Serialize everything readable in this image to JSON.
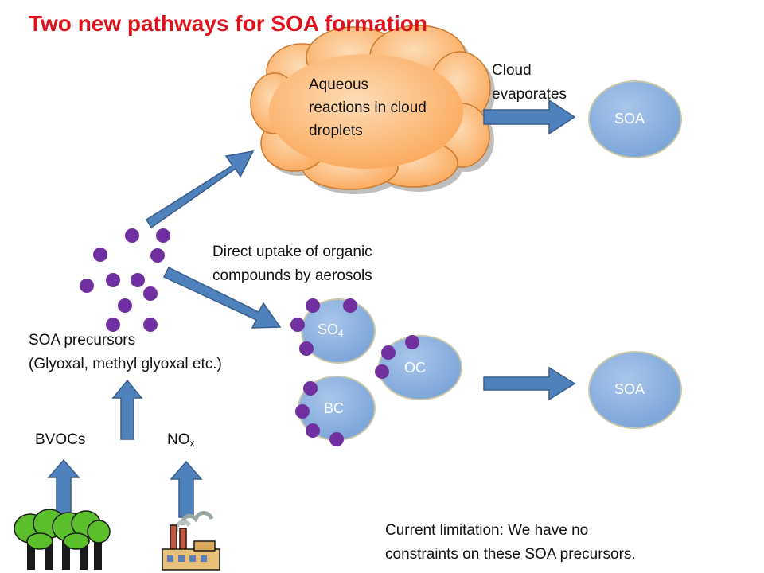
{
  "title": "Two new pathways for SOA formation",
  "cloud": {
    "lines": [
      "Aqueous",
      "reactions in cloud",
      "droplets"
    ]
  },
  "cloud_evaporates": [
    "Cloud",
    "evaporates"
  ],
  "direct_uptake": [
    "Direct uptake of organic",
    "compounds by aerosols"
  ],
  "precursors": [
    "SOA precursors",
    "(Glyoxal, methyl glyoxal etc.)"
  ],
  "bvocs": "BVOCs",
  "nox": {
    "base": "NO",
    "sub": "x"
  },
  "so4": {
    "base": "SO",
    "sub": "4"
  },
  "oc": "OC",
  "bc": "BC",
  "soa_top": "SOA",
  "soa_bottom": "SOA",
  "limitation": [
    "Current limitation: We have no",
    "constraints on these SOA precursors."
  ],
  "colors": {
    "title": "#e0111b",
    "arrow_fill": "#4f81bd",
    "arrow_stroke": "#385d8a",
    "cloud_fill": "#fcbe80",
    "cloud_stroke": "#d98a3a",
    "bubble_fill": "#8db3e2",
    "particle": "#7030a0",
    "tree_green": "#5abf2a",
    "tree_trunk": "#1a1a1a"
  },
  "icons": [
    "tree-icon",
    "factory-icon"
  ]
}
